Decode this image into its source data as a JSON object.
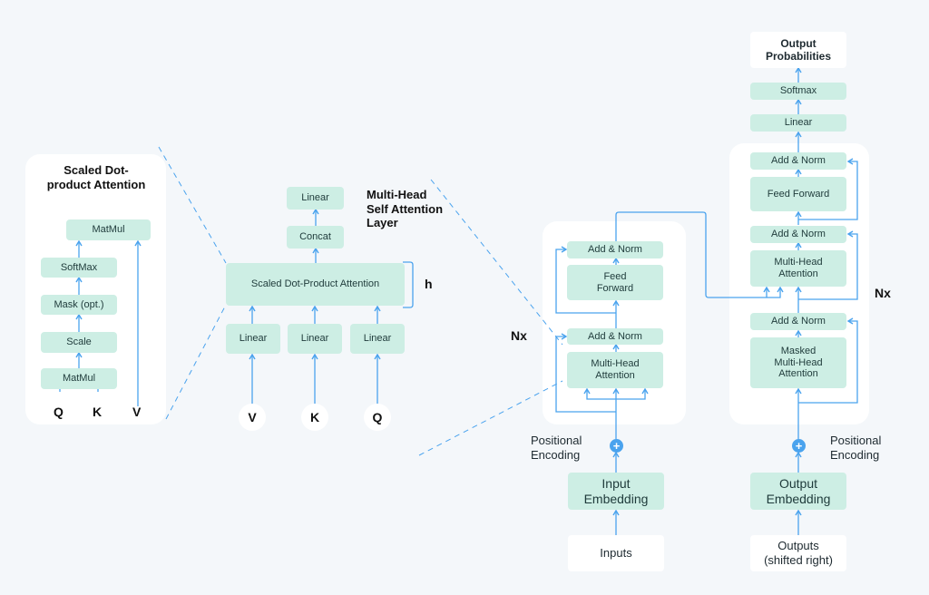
{
  "scaled_dot": {
    "title": "Scaled Dot-\nproduct Attention",
    "matmul_top": "MatMul",
    "softmax": "SoftMax",
    "mask": "Mask (opt.)",
    "scale": "Scale",
    "matmul_bottom": "MatMul",
    "inputs": [
      "Q",
      "K",
      "V"
    ]
  },
  "multi_head": {
    "title": "Multi-Head\nSelf Attention\nLayer",
    "linear_top": "Linear",
    "concat": "Concat",
    "sdpa": "Scaled Dot-Product Attention",
    "h_label": "h",
    "linears": [
      "Linear",
      "Linear",
      "Linear"
    ],
    "inputs": [
      "V",
      "K",
      "Q"
    ]
  },
  "encoder": {
    "add_norm_top": "Add & Norm",
    "feed_forward": "Feed\nForward",
    "add_norm_bottom": "Add & Norm",
    "mha": "Multi-Head\nAttention",
    "nx": "Nx",
    "positional": "Positional\nEncoding",
    "embedding": "Input\nEmbedding",
    "inputs": "Inputs"
  },
  "decoder": {
    "output_probs": "Output\nProbabilities",
    "softmax": "Softmax",
    "linear": "Linear",
    "add_norm_1": "Add & Norm",
    "feed_forward": "Feed Forward",
    "add_norm_2": "Add & Norm",
    "mha": "Multi-Head\nAttention",
    "add_norm_3": "Add & Norm",
    "masked_mha": "Masked\nMulti-Head\nAttention",
    "nx": "Nx",
    "positional": "Positional\nEncoding",
    "embedding": "Output\nEmbedding",
    "outputs": "Outputs\n(shifted right)"
  },
  "colors": {
    "box": "#cdeee4",
    "arrow": "#4aa3ee",
    "panel": "#ffffff",
    "background": "#f4f7fa"
  }
}
